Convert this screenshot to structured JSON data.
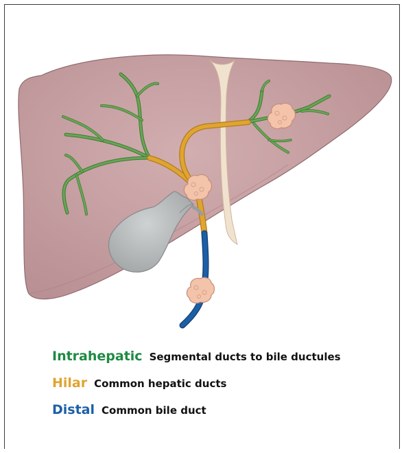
{
  "colors": {
    "intrahepatic": "#1e8a42",
    "hilar": "#e0a430",
    "distal": "#1c5fa6",
    "liver": "#c49c9e",
    "branch": "#5b9a48",
    "gallbladder": "#b7babb",
    "tumor": "#f3c3aa",
    "ligament": "#f1e2cf"
  },
  "icons": [
    "liver-shape",
    "gallbladder-shape",
    "tumor-nodule"
  ],
  "legend": {
    "intrahepatic": {
      "term": "Intrahepatic",
      "description": "Segmental ducts to bile ductules"
    },
    "hilar": {
      "term": "Hilar",
      "description": "Common hepatic ducts"
    },
    "distal": {
      "term": "Distal",
      "description": "Common bile duct"
    }
  }
}
